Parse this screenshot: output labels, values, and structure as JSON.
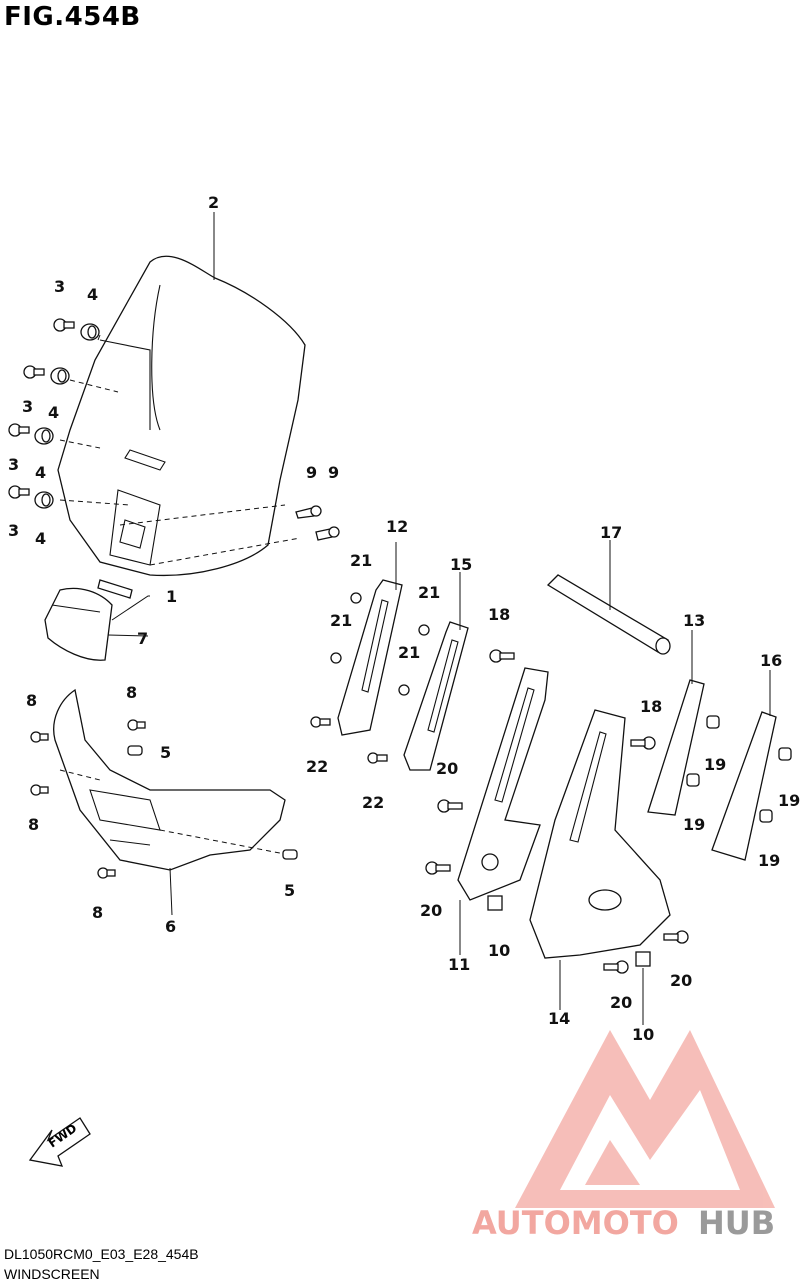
{
  "figure_title": "FIG.454B",
  "model_code": "DL1050RCM0_E03_E28_454B",
  "section_name": "WINDSCREEN",
  "fwd_label": "FWD",
  "watermark": {
    "text_a": "AUTOMOTO",
    "text_b": "HUB",
    "color_a": "#f2a7a0",
    "color_b": "#9a9a9a"
  },
  "callouts": [
    "2",
    "3",
    "4",
    "3",
    "4",
    "3",
    "4",
    "3",
    "4",
    "1",
    "7",
    "9",
    "9",
    "12",
    "21",
    "21",
    "22",
    "15",
    "21",
    "21",
    "22",
    "17",
    "18",
    "13",
    "18",
    "19",
    "19",
    "16",
    "19",
    "19",
    "20",
    "20",
    "11",
    "10",
    "14",
    "20",
    "20",
    "10",
    "8",
    "8",
    "5",
    "8",
    "5",
    "6",
    "8"
  ]
}
